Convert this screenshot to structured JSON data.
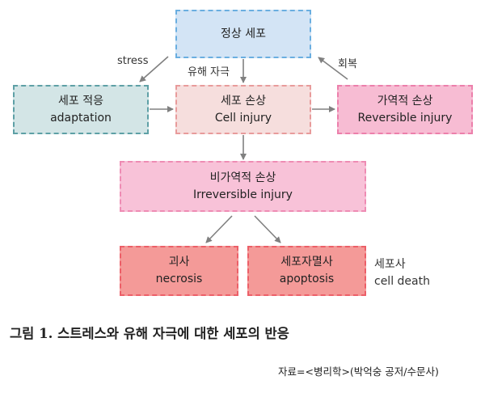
{
  "nodes": {
    "normal": {
      "ko": "정상 세포",
      "fill": "#d3e4f5",
      "border": "#6aaee0"
    },
    "adaptation": {
      "ko": "세포 적응",
      "en": "adaptation",
      "fill": "#d3e5e6",
      "border": "#5ea0a6"
    },
    "injury": {
      "ko": "세포 손상",
      "en": "Cell injury",
      "fill": "#f6dedd",
      "border": "#e89b9b"
    },
    "reversible": {
      "ko": "가역적 손상",
      "en": "Reversible injury",
      "fill": "#f7bcd3",
      "border": "#ec7fab"
    },
    "irreversible": {
      "ko": "비가역적 손상",
      "en": "Irreversible injury",
      "fill": "#f8c2d8",
      "border": "#ee8cb4"
    },
    "necrosis": {
      "ko": "괴사",
      "en": "necrosis",
      "fill": "#f49a98",
      "border": "#ec5f68"
    },
    "apoptosis": {
      "ko": "세포자멸사",
      "en": "apoptosis",
      "fill": "#f49a98",
      "border": "#ec5f68"
    }
  },
  "edge_labels": {
    "stress": "stress",
    "harmful": "유해 자극",
    "recovery": "회복"
  },
  "cell_death": {
    "ko": "세포사",
    "en": "cell death"
  },
  "caption": "그림 1. 스트레스와 유해 자극에 대한 세포의 반응",
  "source": "자료=<병리학>(박억숭 공저/수문사)",
  "arrow_color": "#808080"
}
